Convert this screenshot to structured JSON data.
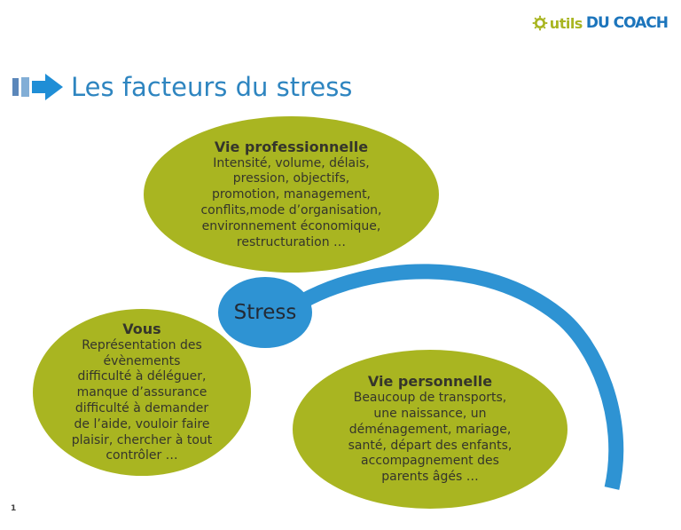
{
  "logo": {
    "icon": "gear-o-icon",
    "text_utils": "utils",
    "text_coach": "DU COACH",
    "color_green": "#a9b521",
    "color_blue": "#1c75bc"
  },
  "title": {
    "text": "Les facteurs du stress",
    "color": "#2e85c0"
  },
  "diagram": {
    "center": {
      "label": "Stress",
      "fill": "#2e93d3",
      "text_color": "#232a35"
    },
    "connector": {
      "type": "arc",
      "color": "#2e93d3"
    },
    "bubble_fill": "#a9b521",
    "bubble_text_color": "#35352b",
    "bubbles": [
      {
        "id": "vie-professionnelle",
        "title": "Vie professionnelle",
        "body": "Intensité, volume, délais,\npression, objectifs,\npromotion, management,\nconflits,mode d’organisation,\nenvironnement économique,\nrestructuration …"
      },
      {
        "id": "vous",
        "title": "Vous",
        "body": "Représentation des\névènements\ndifficulté à déléguer,\nmanque d’assurance\ndifficulté à demander\nde l’aide, vouloir faire\nplaisir, chercher à tout\ncontrôler …"
      },
      {
        "id": "vie-personnelle",
        "title": "Vie personnelle",
        "body": "Beaucoup de transports,\nune naissance, un\ndéménagement, mariage,\nsanté, départ des enfants,\naccompagnement des\nparents âgés …"
      }
    ]
  },
  "page": {
    "number": "1"
  }
}
